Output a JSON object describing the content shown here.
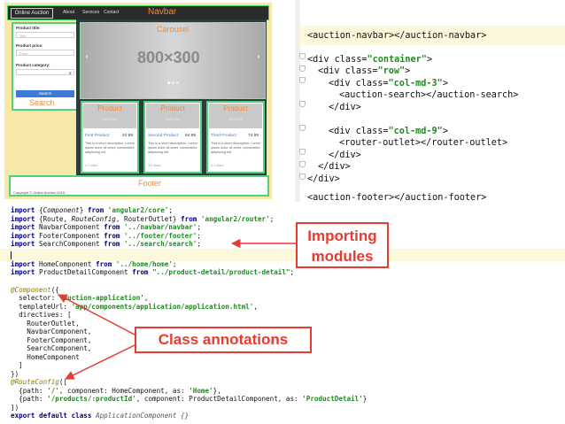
{
  "mockup": {
    "brand": "Online Auction",
    "nav_links": [
      "About",
      "Services",
      "Contact"
    ],
    "navbar_label": "Navbar",
    "search": {
      "product_title_label": "Product title:",
      "product_title_placeholder": "Title",
      "product_price_label": "Product price:",
      "product_price_placeholder": "Price",
      "product_category_label": "Product category:",
      "button_label": "Search",
      "component_label": "Search"
    },
    "carousel": {
      "label": "Carousel",
      "size": "800×300"
    },
    "products": [
      {
        "label": "Product",
        "img_size": "320×150",
        "title": "First Product",
        "price": "24.99",
        "desc": "This is a short description. Lorem ipsum dolor sit amet, consectetur adipiscing elit.",
        "stars": "4.2 stars"
      },
      {
        "label": "Product",
        "img_size": "320×150",
        "title": "Second Product",
        "price": "64.99",
        "desc": "This is a short description. Lorem ipsum dolor sit amet, consectetur adipiscing elit.",
        "stars": "3.5 stars"
      },
      {
        "label": "Product",
        "img_size": "320×150",
        "title": "Third Product",
        "price": "74.99",
        "desc": "This is a short description. Lorem ipsum dolor sit amet, consectetur adipiscing elit.",
        "stars": "4.2 stars"
      }
    ],
    "footer": {
      "label": "Footer",
      "copyright": "Copyright © Online Auction 2015"
    }
  },
  "template_code": {
    "l1": [
      "<auction-navbar></auction-navbar>"
    ],
    "l2": [
      "<div class=",
      "\"container\"",
      ">"
    ],
    "l3": [
      "<div class=",
      "\"row\"",
      ">"
    ],
    "l4": [
      "<div class=",
      "\"col-md-3\"",
      ">"
    ],
    "l5": [
      "<auction-search></auction-search>"
    ],
    "l6": [
      "</div>"
    ],
    "l7": [
      "<div class=",
      "\"col-md-9\"",
      ">"
    ],
    "l8": [
      "<router-outlet></router-outlet>"
    ],
    "l9": [
      "</div>"
    ],
    "l10": [
      "</div>"
    ],
    "l11": [
      "</div>"
    ],
    "l12": [
      "<auction-footer></auction-footer>"
    ]
  },
  "ts_code": {
    "l1": [
      "import",
      " {",
      "Component",
      "} ",
      "from",
      " ",
      "'angular2/core'",
      ";"
    ],
    "l2": [
      "import",
      " {Route, ",
      "RouteConfig",
      ", RouterOutlet} ",
      "from",
      " ",
      "'angular2/router'",
      ";"
    ],
    "l3": [
      "import",
      " NavbarComponent ",
      "from",
      " ",
      "'../navbar/navbar'",
      ";"
    ],
    "l4": [
      "import",
      " FooterComponent ",
      "from",
      " ",
      "'../footer/footer'",
      ";"
    ],
    "l5": [
      "import",
      " SearchComponent ",
      "from",
      " ",
      "'../search/search'",
      ";"
    ],
    "l7": [
      "import",
      " HomeComponent ",
      "from",
      " ",
      "'../home/home'",
      ";"
    ],
    "l8": [
      "import",
      " ProductDetailComponent ",
      "from",
      " ",
      "\"../product-detail/product-detail\"",
      ";"
    ],
    "l10": [
      "@Component",
      "({"
    ],
    "l11": [
      "  selector: ",
      "'auction-application'",
      ","
    ],
    "l12": [
      "  templateUrl: ",
      "'app/components/application/application.html'",
      ","
    ],
    "l13": [
      "  directives: ["
    ],
    "l14": [
      "    RouterOutlet,"
    ],
    "l15": [
      "    NavbarComponent,"
    ],
    "l16": [
      "    FooterComponent,"
    ],
    "l17": [
      "    SearchComponent,"
    ],
    "l18": [
      "    HomeComponent"
    ],
    "l19": [
      "  ]"
    ],
    "l20": [
      "})"
    ],
    "l21": [
      "@RouteConfig",
      "(["
    ],
    "l22": [
      "  {path: ",
      "'/'",
      ", component: HomeComponent, as: ",
      "'Home'",
      "},"
    ],
    "l23": [
      "  {path: ",
      "'/products/:productId'",
      ", component: ProductDetailComponent, as: ",
      "'ProductDetail'",
      "}"
    ],
    "l24": [
      "])"
    ],
    "l25": [
      "export default class",
      " ApplicationComponent {}"
    ]
  },
  "callouts": {
    "importing": [
      "Importing",
      "modules"
    ],
    "annotations": "Class annotations"
  },
  "colors": {
    "callout": "#e53b30",
    "keyword": "#000080",
    "string": "#1e8a1e",
    "annotation": "#8a7a00",
    "mockup_border": "#55cf7b",
    "mockup_label": "#f28a37"
  }
}
